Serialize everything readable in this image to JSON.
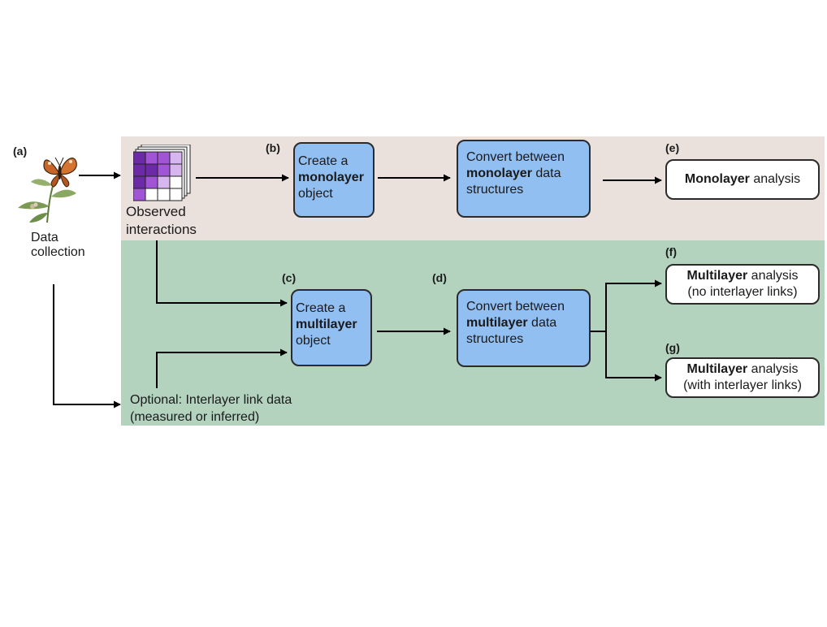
{
  "colors": {
    "mono_band": "#ebe1dc",
    "multi_band": "#b3d3bf",
    "process_box": "#92bff2",
    "matrix_dark": "#6d2aa6",
    "matrix_mid": "#a155d6",
    "matrix_light": "#d7b5ef"
  },
  "icons": {
    "data_collection": "butterfly-on-plant-icon",
    "observed_interactions": "matrix-stack-icon"
  },
  "panels": {
    "a": {
      "tag": "(a)",
      "line1": "Data",
      "line2": "collection"
    },
    "observed": {
      "line1": "Observed",
      "line2": "interactions"
    },
    "b": {
      "tag": "(b)",
      "pre": "Create a",
      "bold": "monolayer",
      "post": "object"
    },
    "mono_convert": {
      "line1": "Convert between",
      "bold": "monolayer",
      "rest": " data",
      "line3": "structures"
    },
    "e": {
      "tag": "(e)",
      "bold": "Monolayer",
      "rest": " analysis"
    },
    "c": {
      "tag": "(c)",
      "pre": "Create a",
      "bold": "multilayer",
      "post": "object"
    },
    "d": {
      "tag": "(d)",
      "line1": "Convert between",
      "bold": "multilayer",
      "rest": " data",
      "line3": "structures"
    },
    "f": {
      "tag": "(f)",
      "bold": "Multilayer",
      "rest": " analysis",
      "line2": "(no interlayer links)"
    },
    "g": {
      "tag": "(g)",
      "bold": "Multilayer",
      "rest": " analysis",
      "line2": "(with interlayer links)"
    },
    "optional": {
      "line1": "Optional: Interlayer link data",
      "line2": "(measured or inferred)"
    }
  }
}
